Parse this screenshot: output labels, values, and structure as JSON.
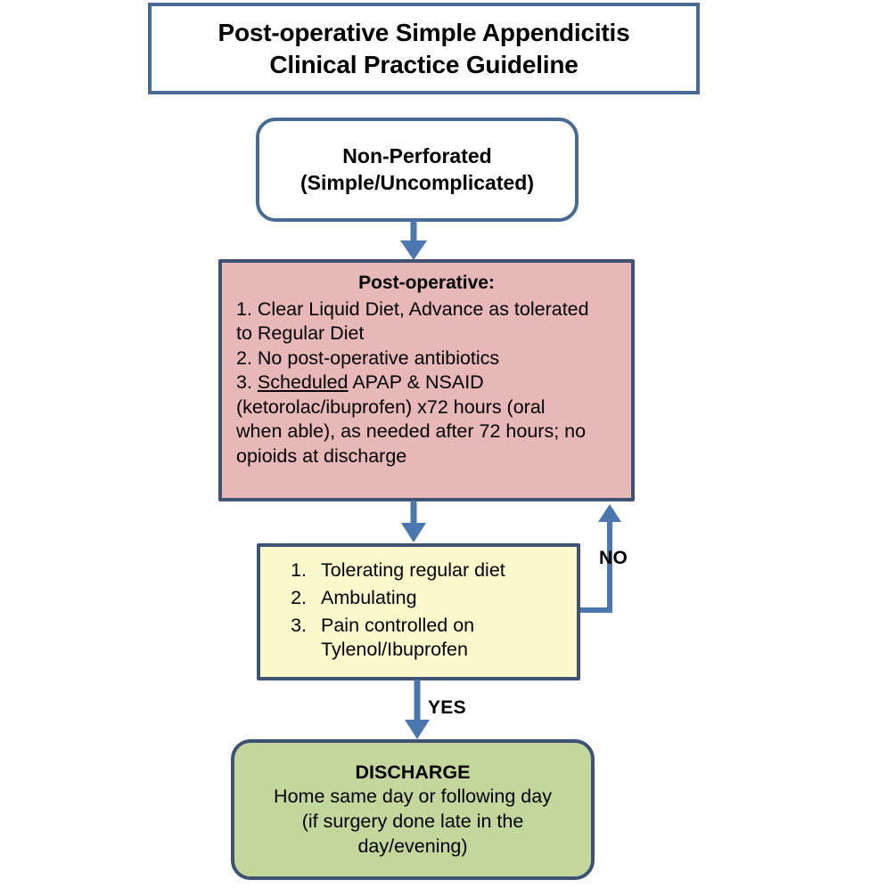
{
  "diagram": {
    "title": {
      "line1": "Post-operative Simple Appendicitis",
      "line2": "Clinical Practice Guideline"
    },
    "nodes": {
      "nonperforated": {
        "line1": "Non-Perforated",
        "line2": "(Simple/Uncomplicated)"
      },
      "postoperative": {
        "heading": "Post-operative:",
        "item1": "1. Clear Liquid Diet, Advance as tolerated",
        "item1b": "to Regular Diet",
        "item2": "2. No post-operative antibiotics",
        "item3_prefix": "3. ",
        "item3_underlined": "Scheduled",
        "item3_rest": " APAP & NSAID",
        "item3b": "(ketorolac/ibuprofen) x72 hours (oral",
        "item3c": "when able), as needed after 72 hours; no",
        "item3d": "opioids at discharge"
      },
      "criteria": {
        "item1": "Tolerating regular diet",
        "item2": "Ambulating",
        "item3_line1": "Pain controlled on",
        "item3_line2": "Tylenol/Ibuprofen"
      },
      "discharge": {
        "heading": "DISCHARGE",
        "line1": "Home same day or following day",
        "line2": "(if surgery done late in the",
        "line3": "day/evening)"
      }
    },
    "edges": {
      "no_label": "NO",
      "yes_label": "YES"
    },
    "colors": {
      "title_border": "#4A6A96",
      "node_border": "#3E5274",
      "postoperative_fill": "#E8B7B7",
      "criteria_fill": "#FBF8CC",
      "discharge_fill": "#C3D69B",
      "arrow": "#4A77AD"
    }
  }
}
